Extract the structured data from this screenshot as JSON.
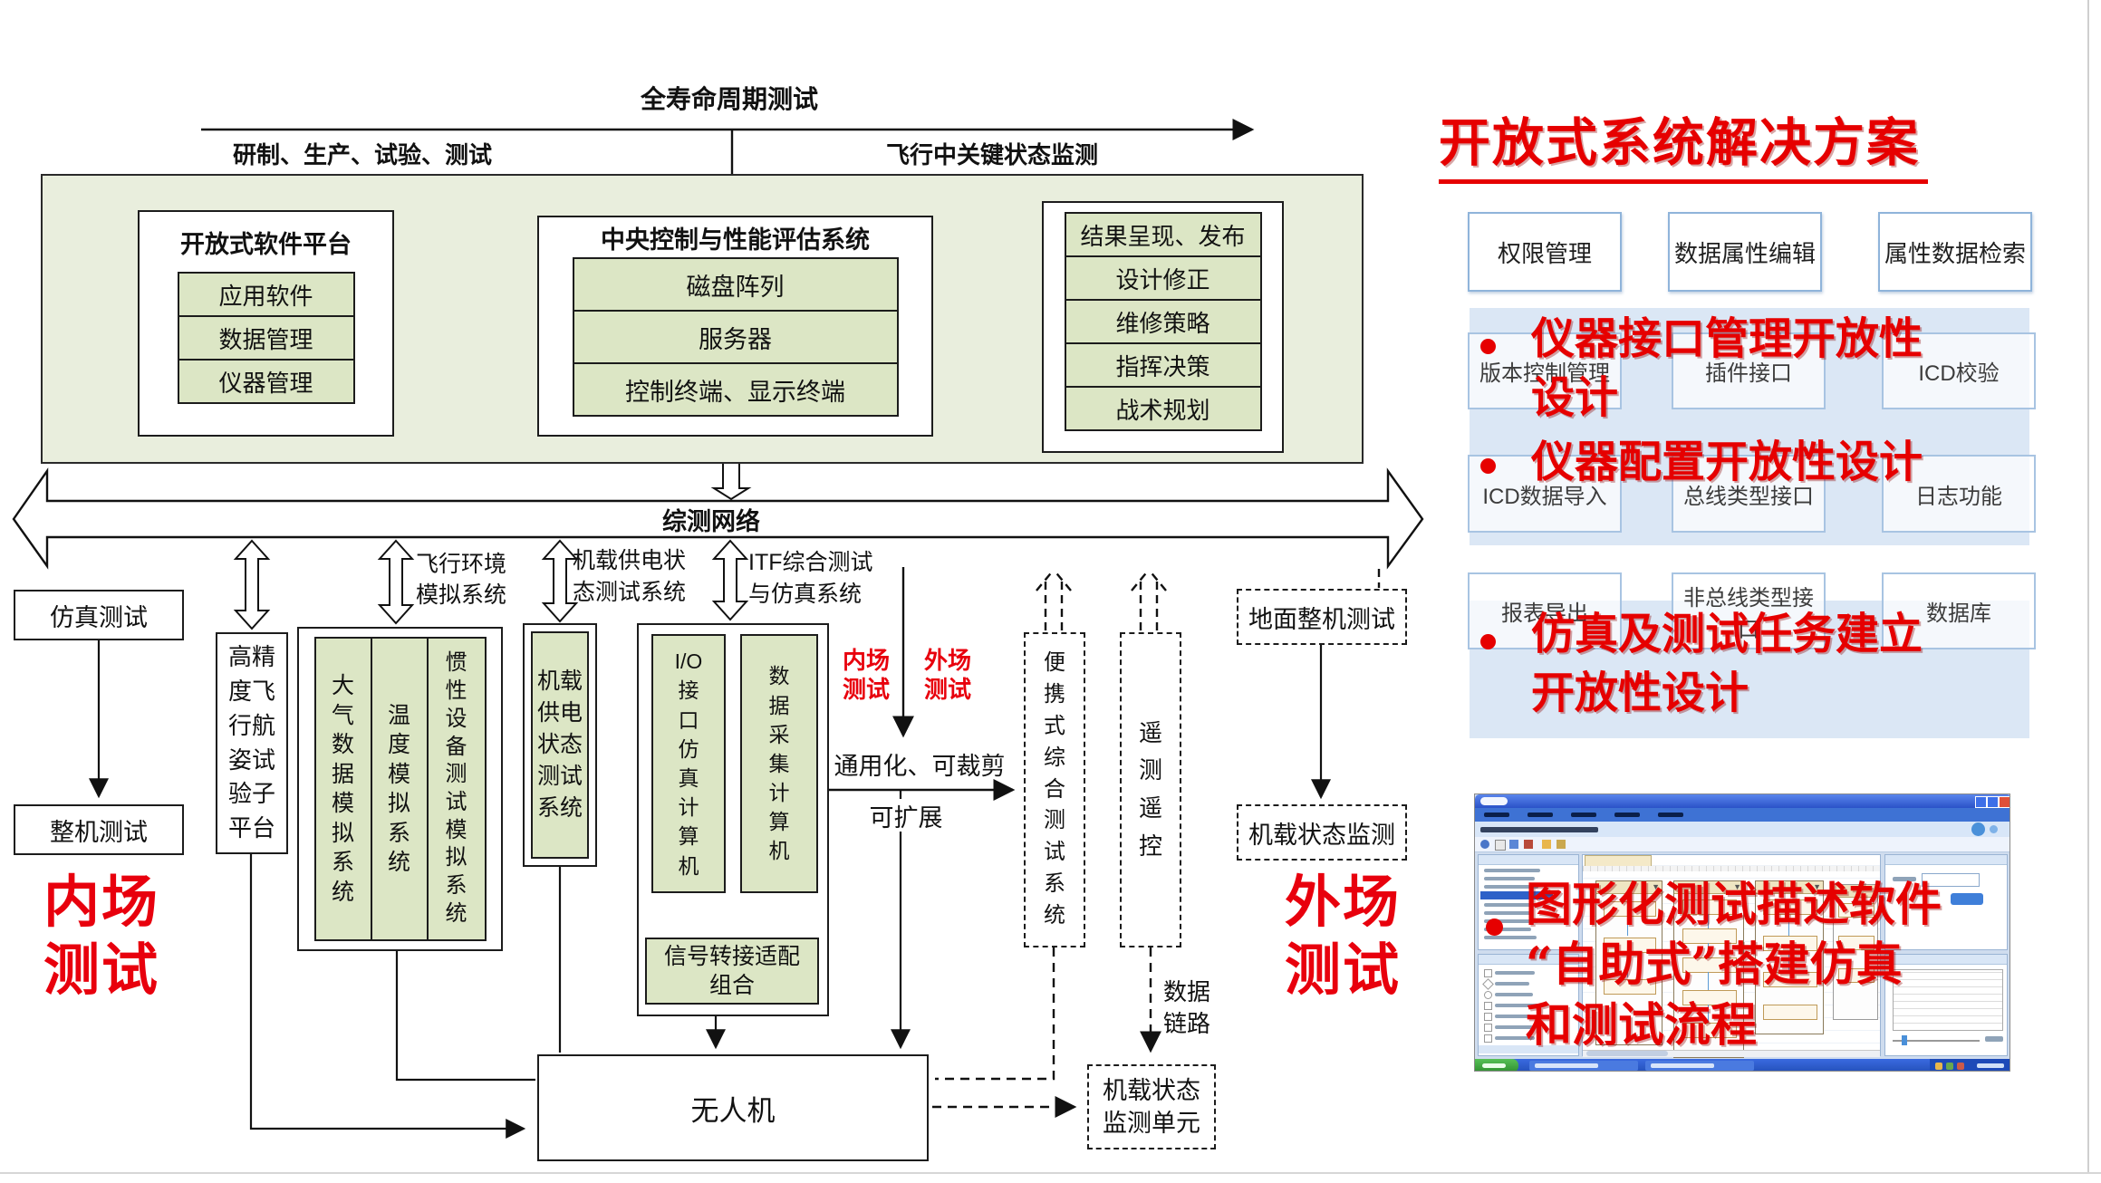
{
  "top": {
    "lifecycle": "全寿命周期测试",
    "dev_phase": "研制、生产、试验、测试",
    "flight_phase": "飞行中关键状态监测"
  },
  "platform": {
    "title": "开放式软件平台",
    "items": [
      "应用软件",
      "数据管理",
      "仪器管理"
    ]
  },
  "central": {
    "title": "中央控制与性能评估系统",
    "items": [
      "磁盘阵列",
      "服务器",
      "控制终端、显示终端"
    ]
  },
  "results": {
    "items": [
      "结果呈现、发布",
      "设计修正",
      "维修策略",
      "指挥决策",
      "战术规划"
    ]
  },
  "network": {
    "label": "综测网络"
  },
  "infield": {
    "sim_test": "仿真测试",
    "whole_test": "整机测试",
    "zone_label": "内场\n测试",
    "attitude_platform": "高精\n度飞\n行航\n姿试\n验子\n平台",
    "air_data": "大\n气\n数\n据\n模\n拟\n系\n统",
    "temperature": "温\n度\n模\n拟\n系\n统",
    "inertial": "惯\n性\n设\n备\n测\n试\n模\n拟\n系\n统",
    "flight_env_label": "飞行环境\n模拟系统",
    "power_box": "机载\n供电\n状态\n测试\n系统",
    "power_label": "机载供电状\n态测试系统",
    "itf_label": "ITF综合测试\n与仿真系统",
    "io_computer": "I/O\n接\n口\n仿\n真\n计\n算\n机",
    "daq_computer": "数\n据\n采\n集\n计\n算\n机",
    "signal_adapter": "信号转接适配\n组合",
    "infield_small": "内场\n测试",
    "outfield_small": "外场\n测试",
    "generic": "通用化、可裁剪",
    "expandable": "可扩展",
    "uav": "无人机"
  },
  "outfield": {
    "portable": "便\n携\n式\n综\n合\n测\n试\n系\n统",
    "telemetry": "遥\n测\n遥\n控",
    "datalink": "数据\n链路",
    "ground_test": "地面整机测试",
    "onboard_monitor": "机载状态监测",
    "zone_label": "外场\n测试",
    "monitor_unit": "机载状态\n监测单元"
  },
  "solution": {
    "title": "开放式系统解决方案",
    "row1": [
      "权限管理",
      "数据属性编辑",
      "属性数据检索"
    ],
    "row2": [
      "版本控制管理",
      "插件接口",
      "ICD校验"
    ],
    "row3": [
      "ICD数据导入",
      "总线类型接口",
      "日志功能"
    ],
    "row4": [
      "报表导出",
      "非总线类型接口",
      "数据库"
    ],
    "bullets": [
      "仪器接口管理开放性\n设计",
      "仪器配置开放性设计",
      "仿真及测试任务建立\n开放性设计"
    ],
    "screenshot_caption": "图形化测试描述软件\n“自助式”搭建仿真\n和测试流程"
  }
}
